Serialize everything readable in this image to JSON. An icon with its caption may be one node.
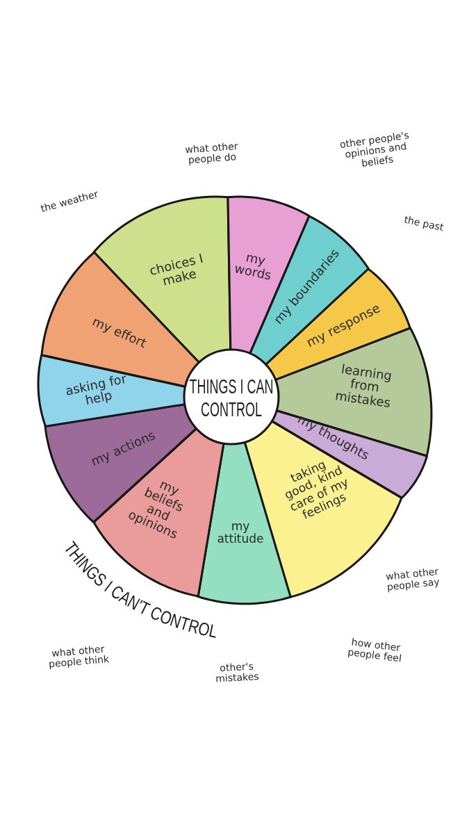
{
  "diagram": {
    "nodes": [
      {
        "text": [
          "THINGS I CAN CONTROL"
        ]
      },
      {
        "text": [
          "choices I make"
        ]
      },
      {
        "text": [
          "my words"
        ]
      },
      {
        "text": [
          "my boundaries"
        ]
      },
      {
        "text": [
          "my response"
        ]
      },
      {
        "text": [
          "learning from mistakes"
        ]
      },
      {
        "text": [
          "my thoughts"
        ]
      },
      {
        "text": [
          "taking good, kind care of my feelings"
        ]
      },
      {
        "text": [
          "my attitude"
        ]
      },
      {
        "text": [
          "my beliefs and opinions"
        ]
      },
      {
        "text": [
          "my actions"
        ]
      },
      {
        "text": [
          "asking for help"
        ]
      },
      {
        "text": [
          "my effort"
        ]
      }
    ],
    "labels": [
      "what other people do",
      "other people's opinions and beliefs",
      "the weather",
      "the past",
      "what other people say",
      "THINGS I CAN'T CONTROL",
      "what other people think",
      "how other people feel",
      "other's mistakes"
    ]
  }
}
